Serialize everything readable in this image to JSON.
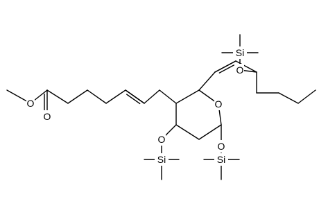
{
  "molecule": {
    "atoms": [
      {
        "id": "o_ester",
        "label": "O"
      },
      {
        "id": "o_carbonyl",
        "label": "O"
      },
      {
        "id": "o_ring",
        "label": "O"
      },
      {
        "id": "o_tms1",
        "label": "O"
      },
      {
        "id": "si_1",
        "label": "Si"
      },
      {
        "id": "o_tms2",
        "label": "O"
      },
      {
        "id": "si_2",
        "label": "Si"
      },
      {
        "id": "o_tms3",
        "label": "O"
      },
      {
        "id": "si_3",
        "label": "Si"
      }
    ]
  }
}
